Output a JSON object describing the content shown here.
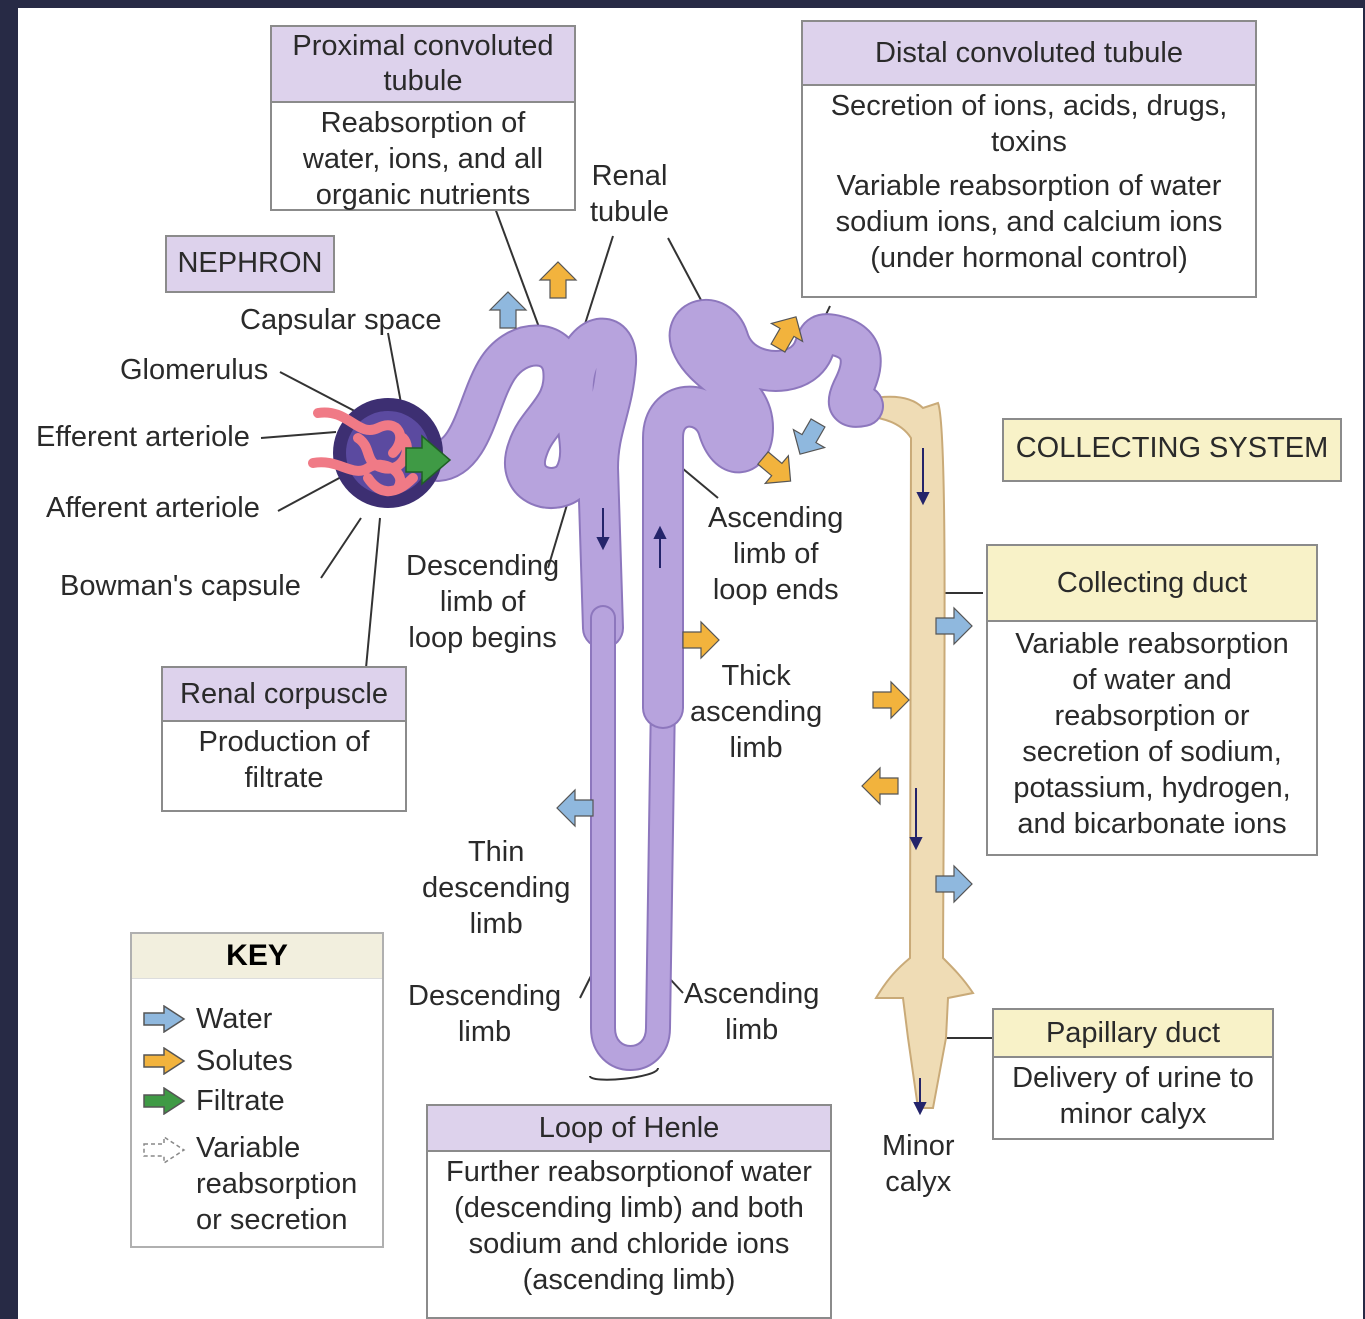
{
  "boxes": {
    "proximal": {
      "title": "Proximal convoluted tubule",
      "body": "Reabsorption of water, ions, and all organic nutrients"
    },
    "distal": {
      "title": "Distal convoluted tubule",
      "body1": "Secretion of ions, acids, drugs, toxins",
      "body2": "Variable reabsorption of water sodium ions, and calcium ions (under hormonal control)"
    },
    "nephron": "NEPHRON",
    "collecting_system": "COLLECTING SYSTEM",
    "collecting_duct": {
      "title": "Collecting duct",
      "body": "Variable reabsorption of water and reabsorption or secretion of sodium, potassium, hydrogen, and bicarbonate ions"
    },
    "renal_corpuscle": {
      "title": "Renal corpuscle",
      "body": "Production of filtrate"
    },
    "papillary_duct": {
      "title": "Papillary duct",
      "body": "Delivery of urine to minor calyx"
    },
    "loop_of_henle": {
      "title": "Loop of Henle",
      "body": "Further reabsorptionof water (descending limb) and both sodium and chloride ions (ascending limb)"
    }
  },
  "labels": {
    "renal_tubule": "Renal\ntubule",
    "capsular_space": "Capsular space",
    "glomerulus": "Glomerulus",
    "efferent_arteriole": "Efferent arteriole",
    "afferent_arteriole": "Afferent arteriole",
    "bowmans_capsule": "Bowman's capsule",
    "descending_limb_begins": "Descending\nlimb of\nloop begins",
    "ascending_limb_ends": "Ascending\nlimb of\nloop ends",
    "thick_ascending_limb": "Thick\nascending\nlimb",
    "thin_descending_limb": "Thin\ndescending\nlimb",
    "descending_limb": "Descending\nlimb",
    "ascending_limb": "Ascending\nlimb",
    "minor_calyx": "Minor\ncalyx"
  },
  "key": {
    "title": "KEY",
    "items": [
      {
        "label": "Water",
        "color": "#8fb8de"
      },
      {
        "label": "Solutes",
        "color": "#f2b33d"
      },
      {
        "label": "Filtrate",
        "color": "#3f9a45"
      },
      {
        "label": "Variable\nreabsorption\nor secretion",
        "color": "#ffffff"
      }
    ]
  },
  "colors": {
    "tubule": "#b7a3dd",
    "tubule_outline": "#8d77bd",
    "duct": "#efdcb5",
    "duct_outline": "#c9aa78",
    "glomerulus": "#f07a86",
    "capsule": "#3d2f72",
    "water": "#8fb8de",
    "solutes": "#f2b33d",
    "filtrate": "#3f9a45"
  }
}
